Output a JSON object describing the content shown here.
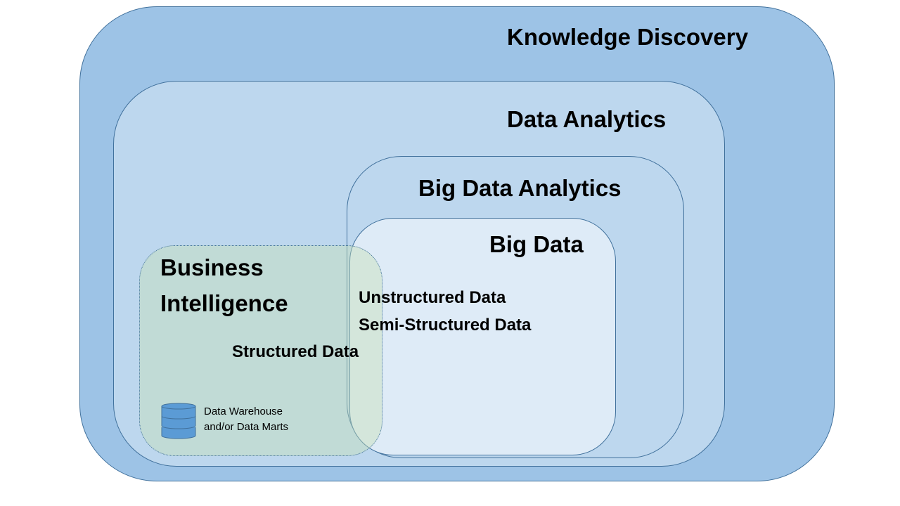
{
  "diagram": {
    "knowledge_discovery": {
      "label": "Knowledge Discovery",
      "color": "#9DC3E6"
    },
    "data_analytics": {
      "label": "Data Analytics",
      "color": "#BDD7EE"
    },
    "big_data_analytics": {
      "label": "Big Data Analytics",
      "color": "#BDD7EE"
    },
    "big_data": {
      "label": "Big Data",
      "color": "#DEEBF7",
      "items": [
        "Unstructured Data",
        "Semi-Structured Data"
      ]
    },
    "business_intelligence": {
      "label_line1": "Business",
      "label_line2": "Intelligence",
      "item": "Structured Data",
      "storage_line1": "Data Warehouse",
      "storage_line2": "and/or Data Marts",
      "storage_icon": "database-icon",
      "color": "#C5E0B4"
    }
  }
}
